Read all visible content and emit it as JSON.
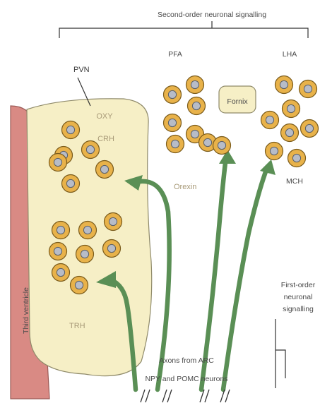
{
  "header": {
    "title": "Second-order neuronal signalling"
  },
  "regions": {
    "pvn": "PVN",
    "pfa": "PFA",
    "lha": "LHA",
    "fornix": "Fornix",
    "third_ventricle": "Third ventricle"
  },
  "peptides": {
    "oxy": "OXY",
    "crh": "CRH",
    "trh": "TRH",
    "orexin": "Orexin",
    "mch": "MCH"
  },
  "first_order": {
    "line1": "First-order",
    "line2": "neuronal",
    "line3": "signalling"
  },
  "axons": {
    "line1": "Axons from ARC",
    "line2": "NPY and POMC neurons"
  },
  "colors": {
    "ventricle_fill": "#d98a84",
    "ventricle_stroke": "#9a5a56",
    "pvn_fill": "#f6efc6",
    "cell_outer": "#e8b24a",
    "cell_inner": "#b7bcc7",
    "axon_green": "#5a8f55"
  }
}
